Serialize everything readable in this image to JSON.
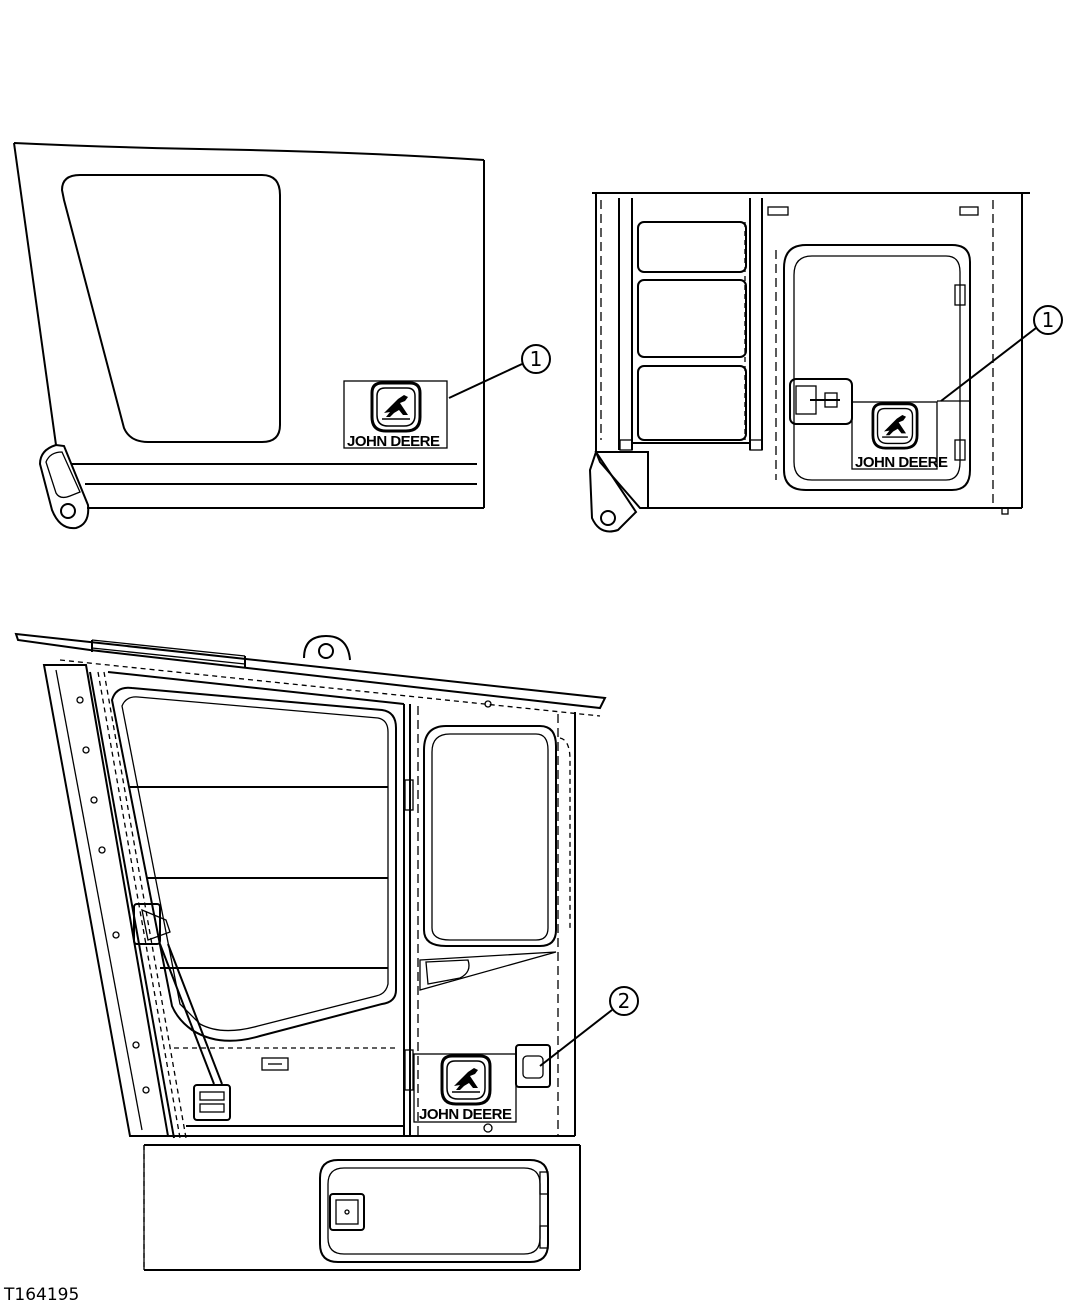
{
  "figure_id": "T164195",
  "callouts": [
    {
      "label": "1"
    },
    {
      "label": "1"
    },
    {
      "label": "2"
    }
  ],
  "decal_text": "JOHN DEERE",
  "icons": {
    "logo": "leaping-deer-logo-icon",
    "callout": "circled-number-icon"
  }
}
